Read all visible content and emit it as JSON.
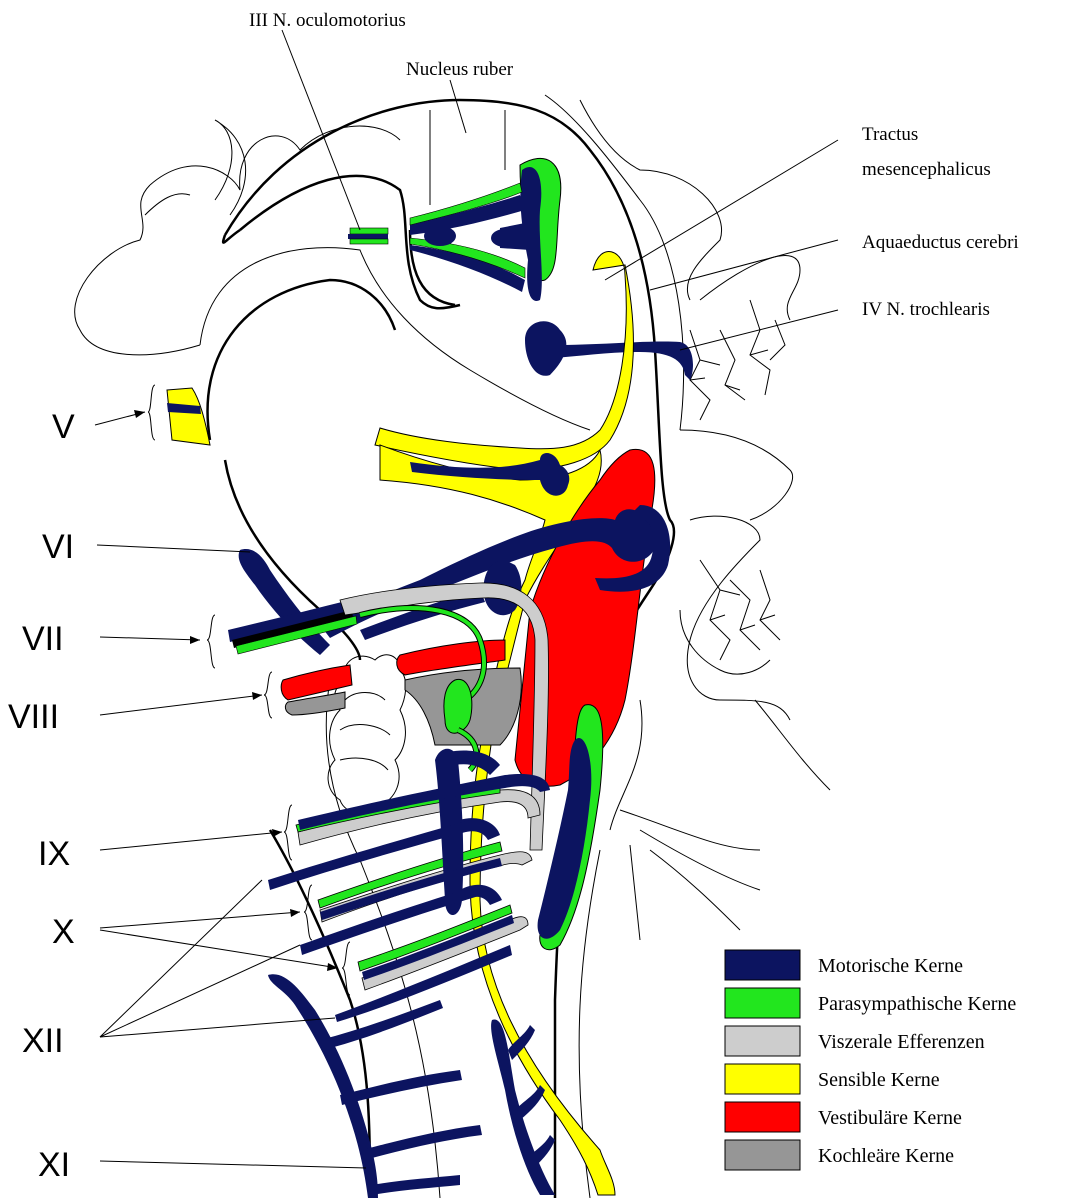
{
  "colors": {
    "motor": "#0c1460",
    "parasympathetic": "#22e61e",
    "visceral_efferent": "#cdcdcd",
    "sensory": "#ffff00",
    "vestibular": "#ff0000",
    "cochlear": "#969696"
  },
  "labels": {
    "oculomotorius": "III N. oculomotorius",
    "nucleus_ruber": "Nucleus ruber",
    "tractus_line1": "Tractus",
    "tractus_line2": "mesencephalicus",
    "aquaeductus": "Aquaeductus cerebri",
    "trochlearis": "IV N. trochlearis"
  },
  "nerves": {
    "v": "V",
    "vi": "VI",
    "vii": "VII",
    "viii": "VIII",
    "ix": "IX",
    "x": "X",
    "xii": "XII",
    "xi": "XI"
  },
  "legend": [
    {
      "label": "Motorische Kerne",
      "color": "#0c1460"
    },
    {
      "label": "Parasympathische Kerne",
      "color": "#22e61e"
    },
    {
      "label": "Viszerale Efferenzen",
      "color": "#cdcdcd"
    },
    {
      "label": "Sensible Kerne",
      "color": "#ffff00"
    },
    {
      "label": "Vestibuläre Kerne",
      "color": "#ff0000"
    },
    {
      "label": "Kochleäre Kerne",
      "color": "#969696"
    }
  ]
}
